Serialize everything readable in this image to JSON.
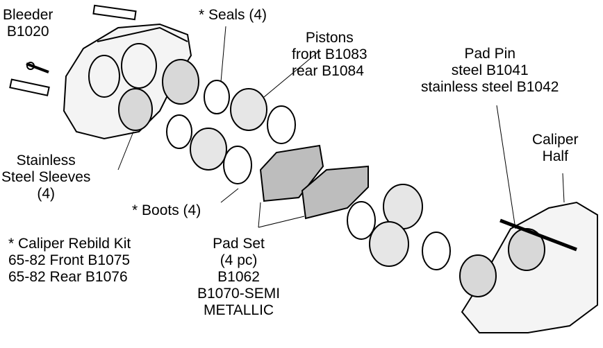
{
  "labels": {
    "bleeder": [
      "Bleeder",
      "B1020"
    ],
    "seals": "* Seals (4)",
    "pistons": [
      "Pistons",
      "front  B1083",
      "rear  B1084"
    ],
    "pad_pin": [
      "Pad Pin",
      "steel  B1041",
      "stainless steel B1042"
    ],
    "caliper_half": [
      "Caliper",
      "Half"
    ],
    "sleeves": [
      "Stainless",
      "Steel Sleeves",
      "(4)"
    ],
    "boots": "* Boots (4)",
    "kit": [
      "* Caliper Rebild Kit",
      "65-82 Front  B1075",
      "65-82 Rear  B1076"
    ],
    "pad_set": [
      "Pad Set",
      "(4 pc)",
      "B1062",
      "B1070-SEMI",
      "METALLIC"
    ]
  }
}
